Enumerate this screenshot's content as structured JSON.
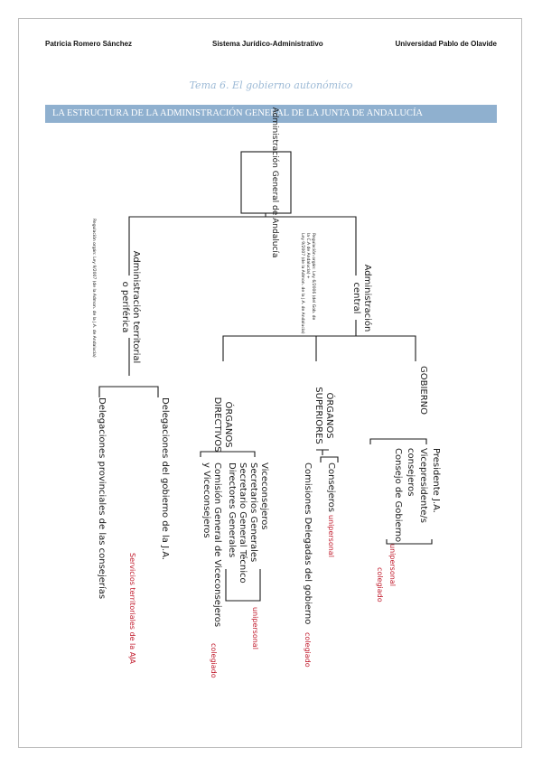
{
  "header": {
    "author": "Patricia Romero Sánchez",
    "course": "Sistema Jurídico-Administrativo",
    "university": "Universidad Pablo de Olavide"
  },
  "topic_title": "Tema 6. El gobierno autonómico",
  "section_banner": "LA ESTRUCTURA DE LA ADMINISTRACIÓN GENERAL DE LA JUNTA DE ANDALUCÍA",
  "diagram": {
    "root": "Administración General de Andalucía",
    "central": {
      "label_1": "Administración",
      "label_2": "central",
      "note_1": "Regulación orgán: Ley 6/2006 (del Gob. de",
      "note_2": "la C.A de Andalucía) +",
      "note_3": "Ley 9/2007 (de la Admon. de la J.A. de Andalucía)"
    },
    "periferica": {
      "label_1": "Administración territorial",
      "label_2": "o periférica",
      "note": "Regulación orgán: Ley 9/2007 (de la Admon. de la J.A. de Andalucía)"
    },
    "gobierno": {
      "label": "GOBIERNO",
      "item_1": "Presidente J.A.",
      "item_2": "Vicepresidente/s",
      "item_3": "consejeros",
      "item_4": "Consejo de Gobierno",
      "tag_unipersonal": "unipersonal",
      "tag_colegiado": "colegiado"
    },
    "superiores": {
      "label_1": "ÓRGANOS",
      "label_2": "SUPERIORES",
      "item_1": "Consejeros",
      "item_2": "Comisiones Delegadas del gobierno",
      "tag_unipersonal": "unipersonal",
      "tag_colegiado": "colegiado"
    },
    "directivos": {
      "label_1": "ÓRGANOS",
      "label_2": "DIRECTIVOS",
      "item_1": "Viceconsejeros",
      "item_2": "Secretarios Generales",
      "item_3": "Secretario General Técnico",
      "item_4": "Directores Generales",
      "item_5": "Comisión General de Viceconsejeros",
      "item_6": "y Viceconsejeros",
      "tag_unipersonal": "unipersonal",
      "tag_colegiado": "colegiado"
    },
    "territorial": {
      "item_1": "Delegaciones del gobierno de la J.A.",
      "item_2": "Delegaciones provinciales de las consejerías",
      "tag_servicios": "Servicios territoriales de la AJA"
    }
  }
}
